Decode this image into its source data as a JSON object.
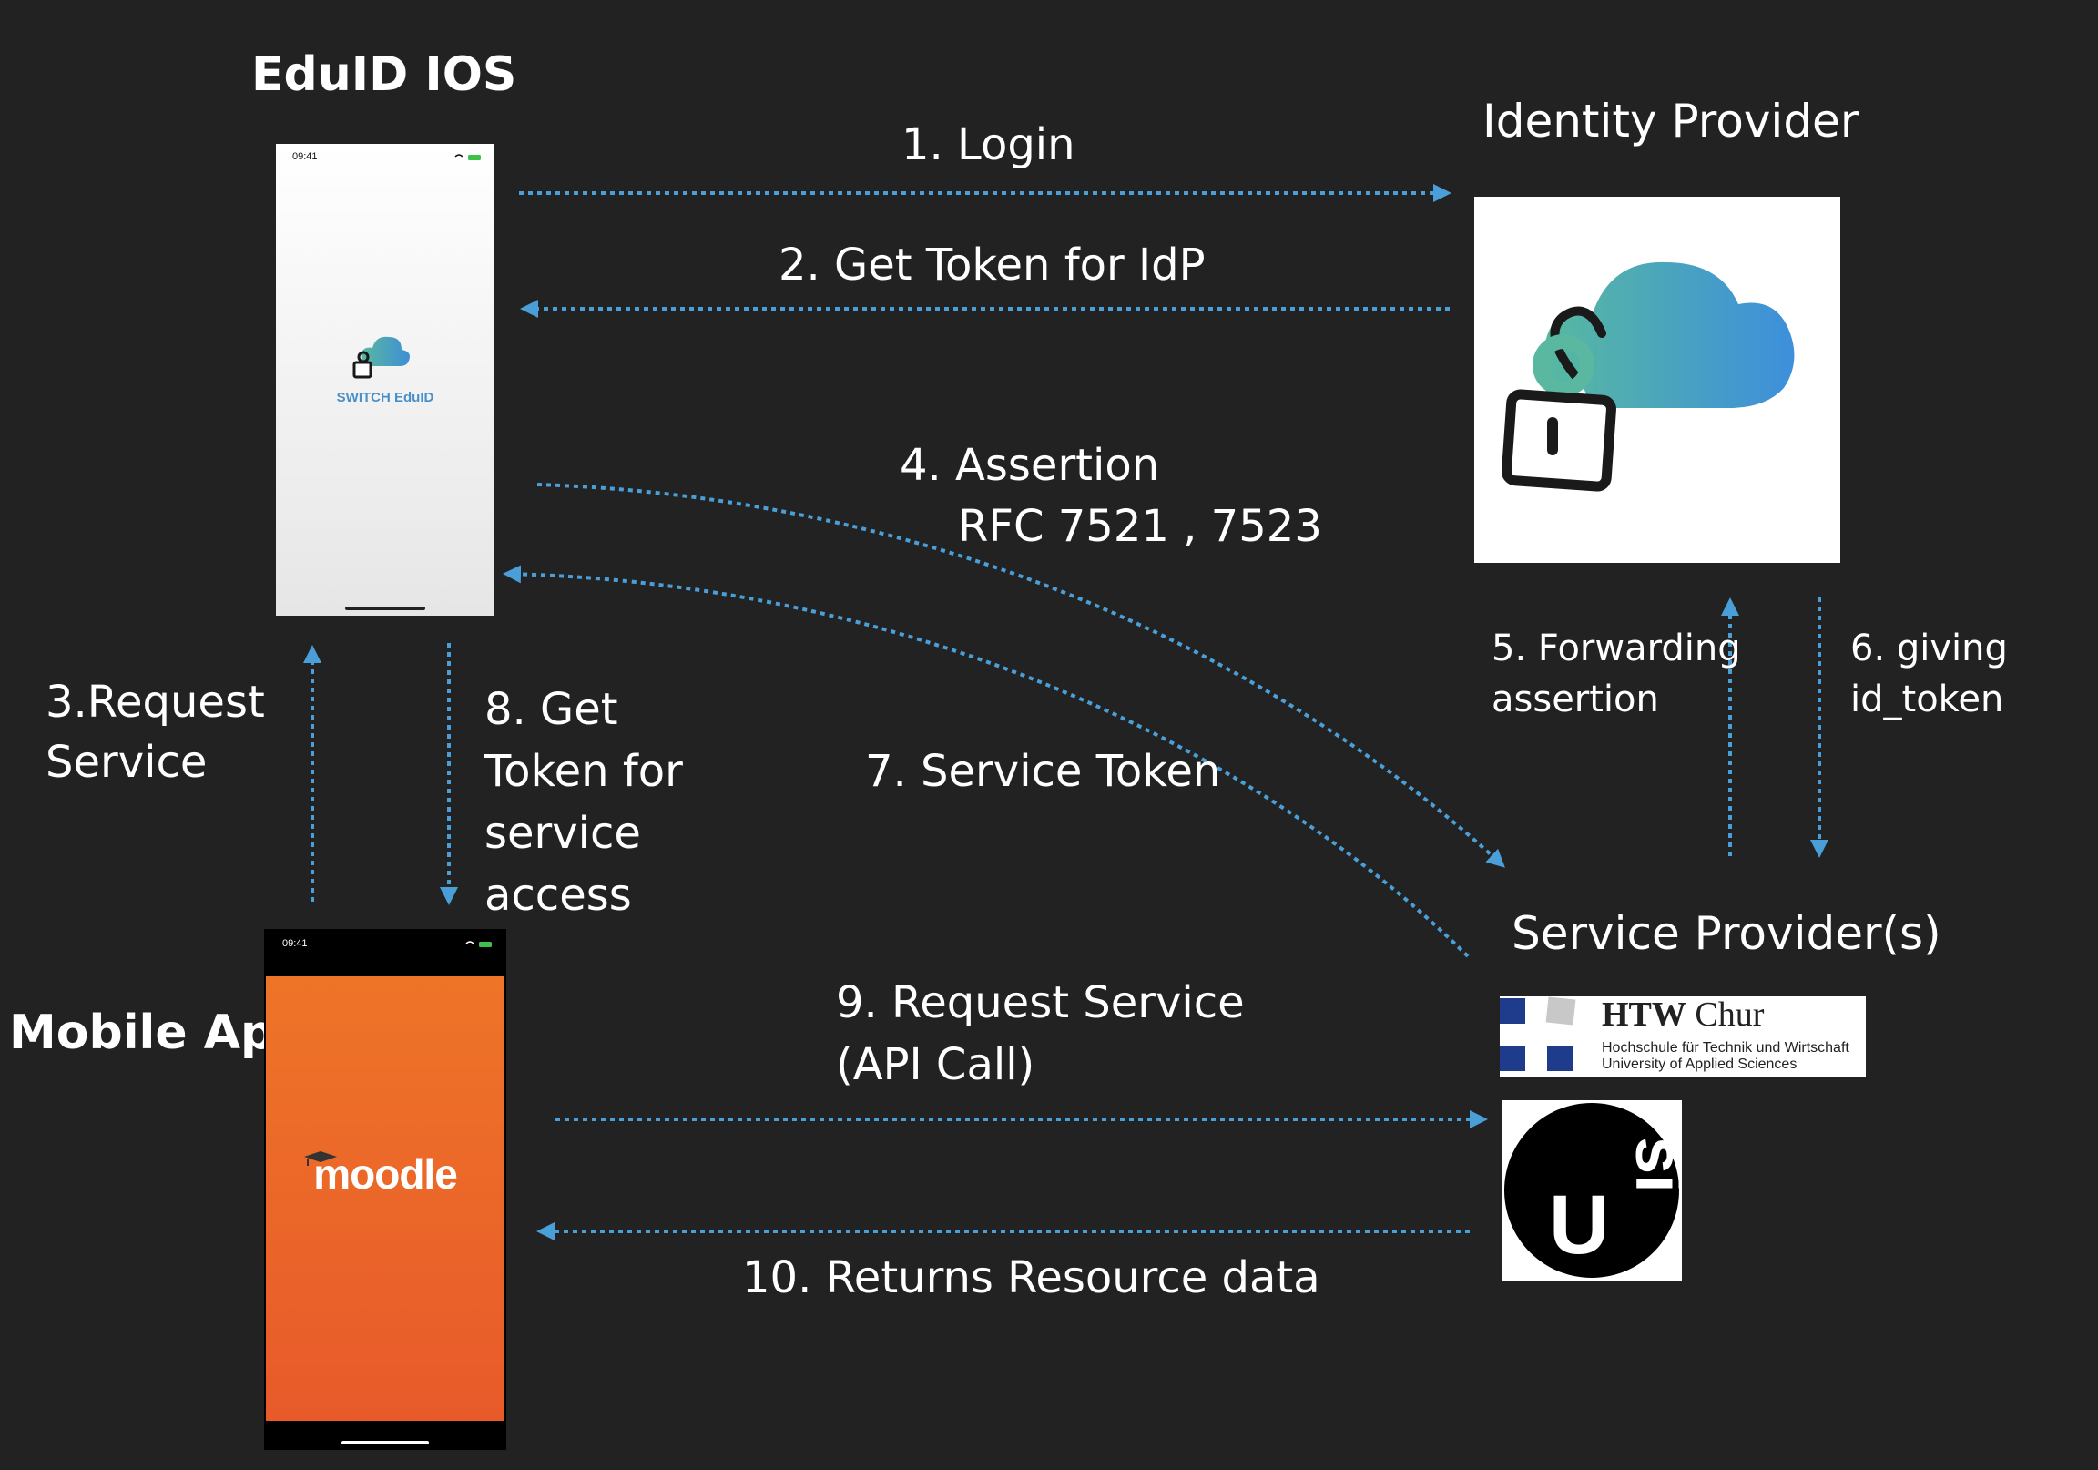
{
  "nodes": {
    "eduid_title": "EduID IOS",
    "idp_title": "Identity Provider",
    "mobile_title": "Mobile App",
    "sp_title": "Service Provider(s)"
  },
  "eduid_phone": {
    "time": "09:41",
    "app_label": "SWITCH EduID"
  },
  "moodle_phone": {
    "time": "09:41",
    "app_label": "moodle"
  },
  "htw": {
    "title_bold": "HTW",
    "title_rest": " Chur",
    "line1": "Hochschule für Technik und Wirtschaft",
    "line2": "University of Applied Sciences"
  },
  "usi": {
    "letters_u": "U",
    "letters_si": "si"
  },
  "steps": {
    "s1": "1. Login",
    "s2": "2. Get Token for IdP",
    "s3a": "3.Request",
    "s3b": "Service",
    "s4a": "4. Assertion",
    "s4b": "RFC 7521 , 7523",
    "s5a": "5. Forwarding",
    "s5b": "assertion",
    "s6a": "6. giving",
    "s6b": "id_token",
    "s7": "7. Service Token",
    "s8a": "8. Get",
    "s8b": "Token for",
    "s8c": "service",
    "s8d": "access",
    "s9a": "9. Request Service",
    "s9b": "(API Call)",
    "s10": "10. Returns Resource data"
  },
  "colors": {
    "background": "#222222",
    "arrow": "#4a9fd8",
    "text": "#ffffff",
    "moodle_orange": "#ee6a2a"
  }
}
